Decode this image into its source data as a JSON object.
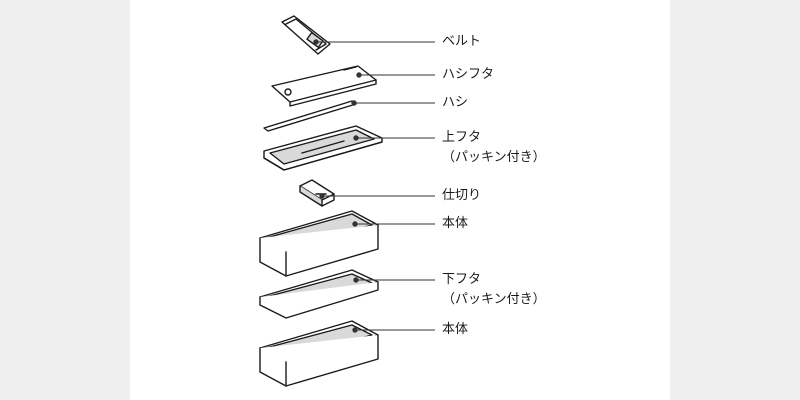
{
  "parts": [
    {
      "id": "belt",
      "label": "ベルト",
      "sub": ""
    },
    {
      "id": "chopstick-lid",
      "label": "ハシフタ",
      "sub": ""
    },
    {
      "id": "chopsticks",
      "label": "ハシ",
      "sub": ""
    },
    {
      "id": "upper-lid",
      "label": "上フタ",
      "sub": "（パッキン付き）"
    },
    {
      "id": "divider",
      "label": "仕切り",
      "sub": ""
    },
    {
      "id": "body-upper",
      "label": "本体",
      "sub": ""
    },
    {
      "id": "lower-lid",
      "label": "下フタ",
      "sub": "（パッキン付き）"
    },
    {
      "id": "body-lower",
      "label": "本体",
      "sub": ""
    }
  ],
  "colors": {
    "stroke": "#1a1a1a",
    "leader": "#333333",
    "shade": "#d9d9d9",
    "background": "#efefef",
    "panel": "#ffffff"
  }
}
